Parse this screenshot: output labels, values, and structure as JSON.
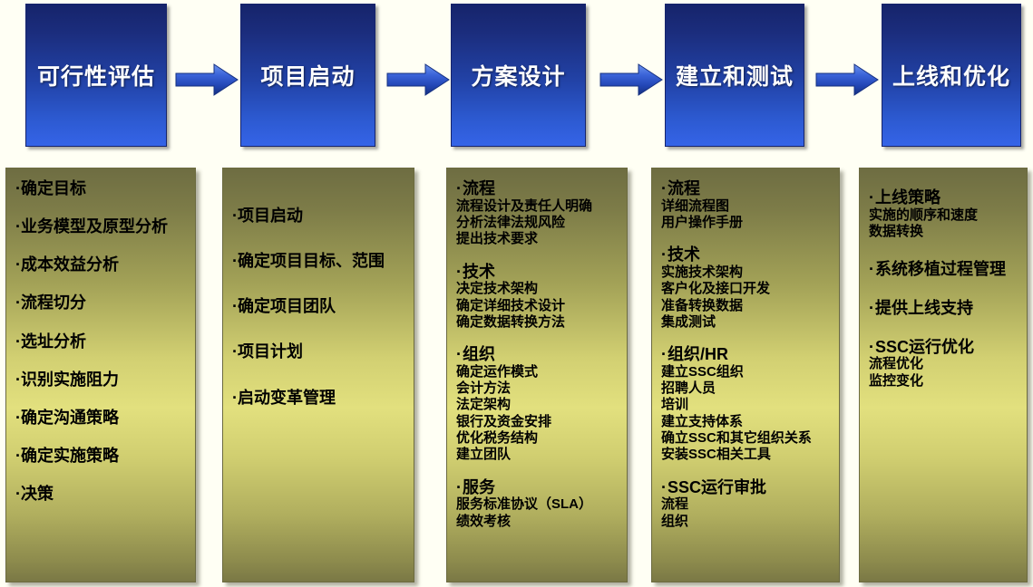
{
  "theme": {
    "phase_box_top_color": "#16246b",
    "phase_box_bottom_color": "#3564e8",
    "arrow_color": "#2b55c4",
    "panel_mid_color": "#e2e07e",
    "panel_edge_color": "#6e6d42",
    "text_color": "#000000",
    "phase_text_color": "#ffffff"
  },
  "phases": [
    {
      "id": "feasibility",
      "label": "可行性评估"
    },
    {
      "id": "kickoff",
      "label": "项目启动"
    },
    {
      "id": "design",
      "label": "方案设计"
    },
    {
      "id": "build-test",
      "label": "建立和测试"
    },
    {
      "id": "golive-optim",
      "label": "上线和优化"
    }
  ],
  "arrows": [
    {
      "id": "arrow-1",
      "name": "arrow-right-icon"
    },
    {
      "id": "arrow-2",
      "name": "arrow-right-icon"
    },
    {
      "id": "arrow-3",
      "name": "arrow-right-icon"
    },
    {
      "id": "arrow-4",
      "name": "arrow-right-icon"
    }
  ],
  "columns": [
    {
      "id": "col-feasibility",
      "style": "flat",
      "items": [
        "确定目标",
        "业务模型及原型分析",
        "成本效益分析",
        "流程切分",
        "选址分析",
        "识别实施阻力",
        "确定沟通策略",
        "确定实施策略",
        "决策"
      ]
    },
    {
      "id": "col-kickoff",
      "style": "flat",
      "items": [
        "项目启动",
        "确定项目目标、范围",
        "确定项目团队",
        "项目计划",
        "启动变革管理"
      ]
    },
    {
      "id": "col-design",
      "style": "grouped",
      "groups": [
        {
          "title": "流程",
          "subs": [
            "流程设计及责任人明确",
            "分析法律法规风险",
            "提出技术要求"
          ]
        },
        {
          "title": "技术",
          "subs": [
            "决定技术架构",
            "确定详细技术设计",
            "确定数据转换方法"
          ]
        },
        {
          "title": "组织",
          "subs": [
            "确定运作模式",
            "会计方法",
            "法定架构",
            "银行及资金安排",
            "优化税务结构",
            "建立团队"
          ]
        },
        {
          "title": "服务",
          "subs": [
            "服务标准协议（SLA）",
            "绩效考核"
          ]
        }
      ]
    },
    {
      "id": "col-build-test",
      "style": "grouped",
      "groups": [
        {
          "title": "流程",
          "subs": [
            "详细流程图",
            "用户操作手册"
          ]
        },
        {
          "title": "技术",
          "subs": [
            "实施技术架构",
            "客户化及接口开发",
            "准备转换数据",
            "集成测试"
          ]
        },
        {
          "title": "组织/HR",
          "subs": [
            "建立SSC组织",
            "招聘人员",
            "培训",
            "建立支持体系",
            "确立SSC和其它组织关系",
            "安装SSC相关工具"
          ]
        },
        {
          "title": "SSC运行审批",
          "subs": [
            "流程",
            "组织"
          ]
        }
      ]
    },
    {
      "id": "col-golive",
      "style": "grouped",
      "groups": [
        {
          "title": "上线策略",
          "subs": [
            "实施的顺序和速度",
            "数据转换"
          ]
        },
        {
          "title": "系统移植过程管理",
          "subs": []
        },
        {
          "title": "提供上线支持",
          "subs": []
        },
        {
          "title": "SSC运行优化",
          "subs": [
            "流程优化",
            "监控变化"
          ]
        }
      ]
    }
  ]
}
